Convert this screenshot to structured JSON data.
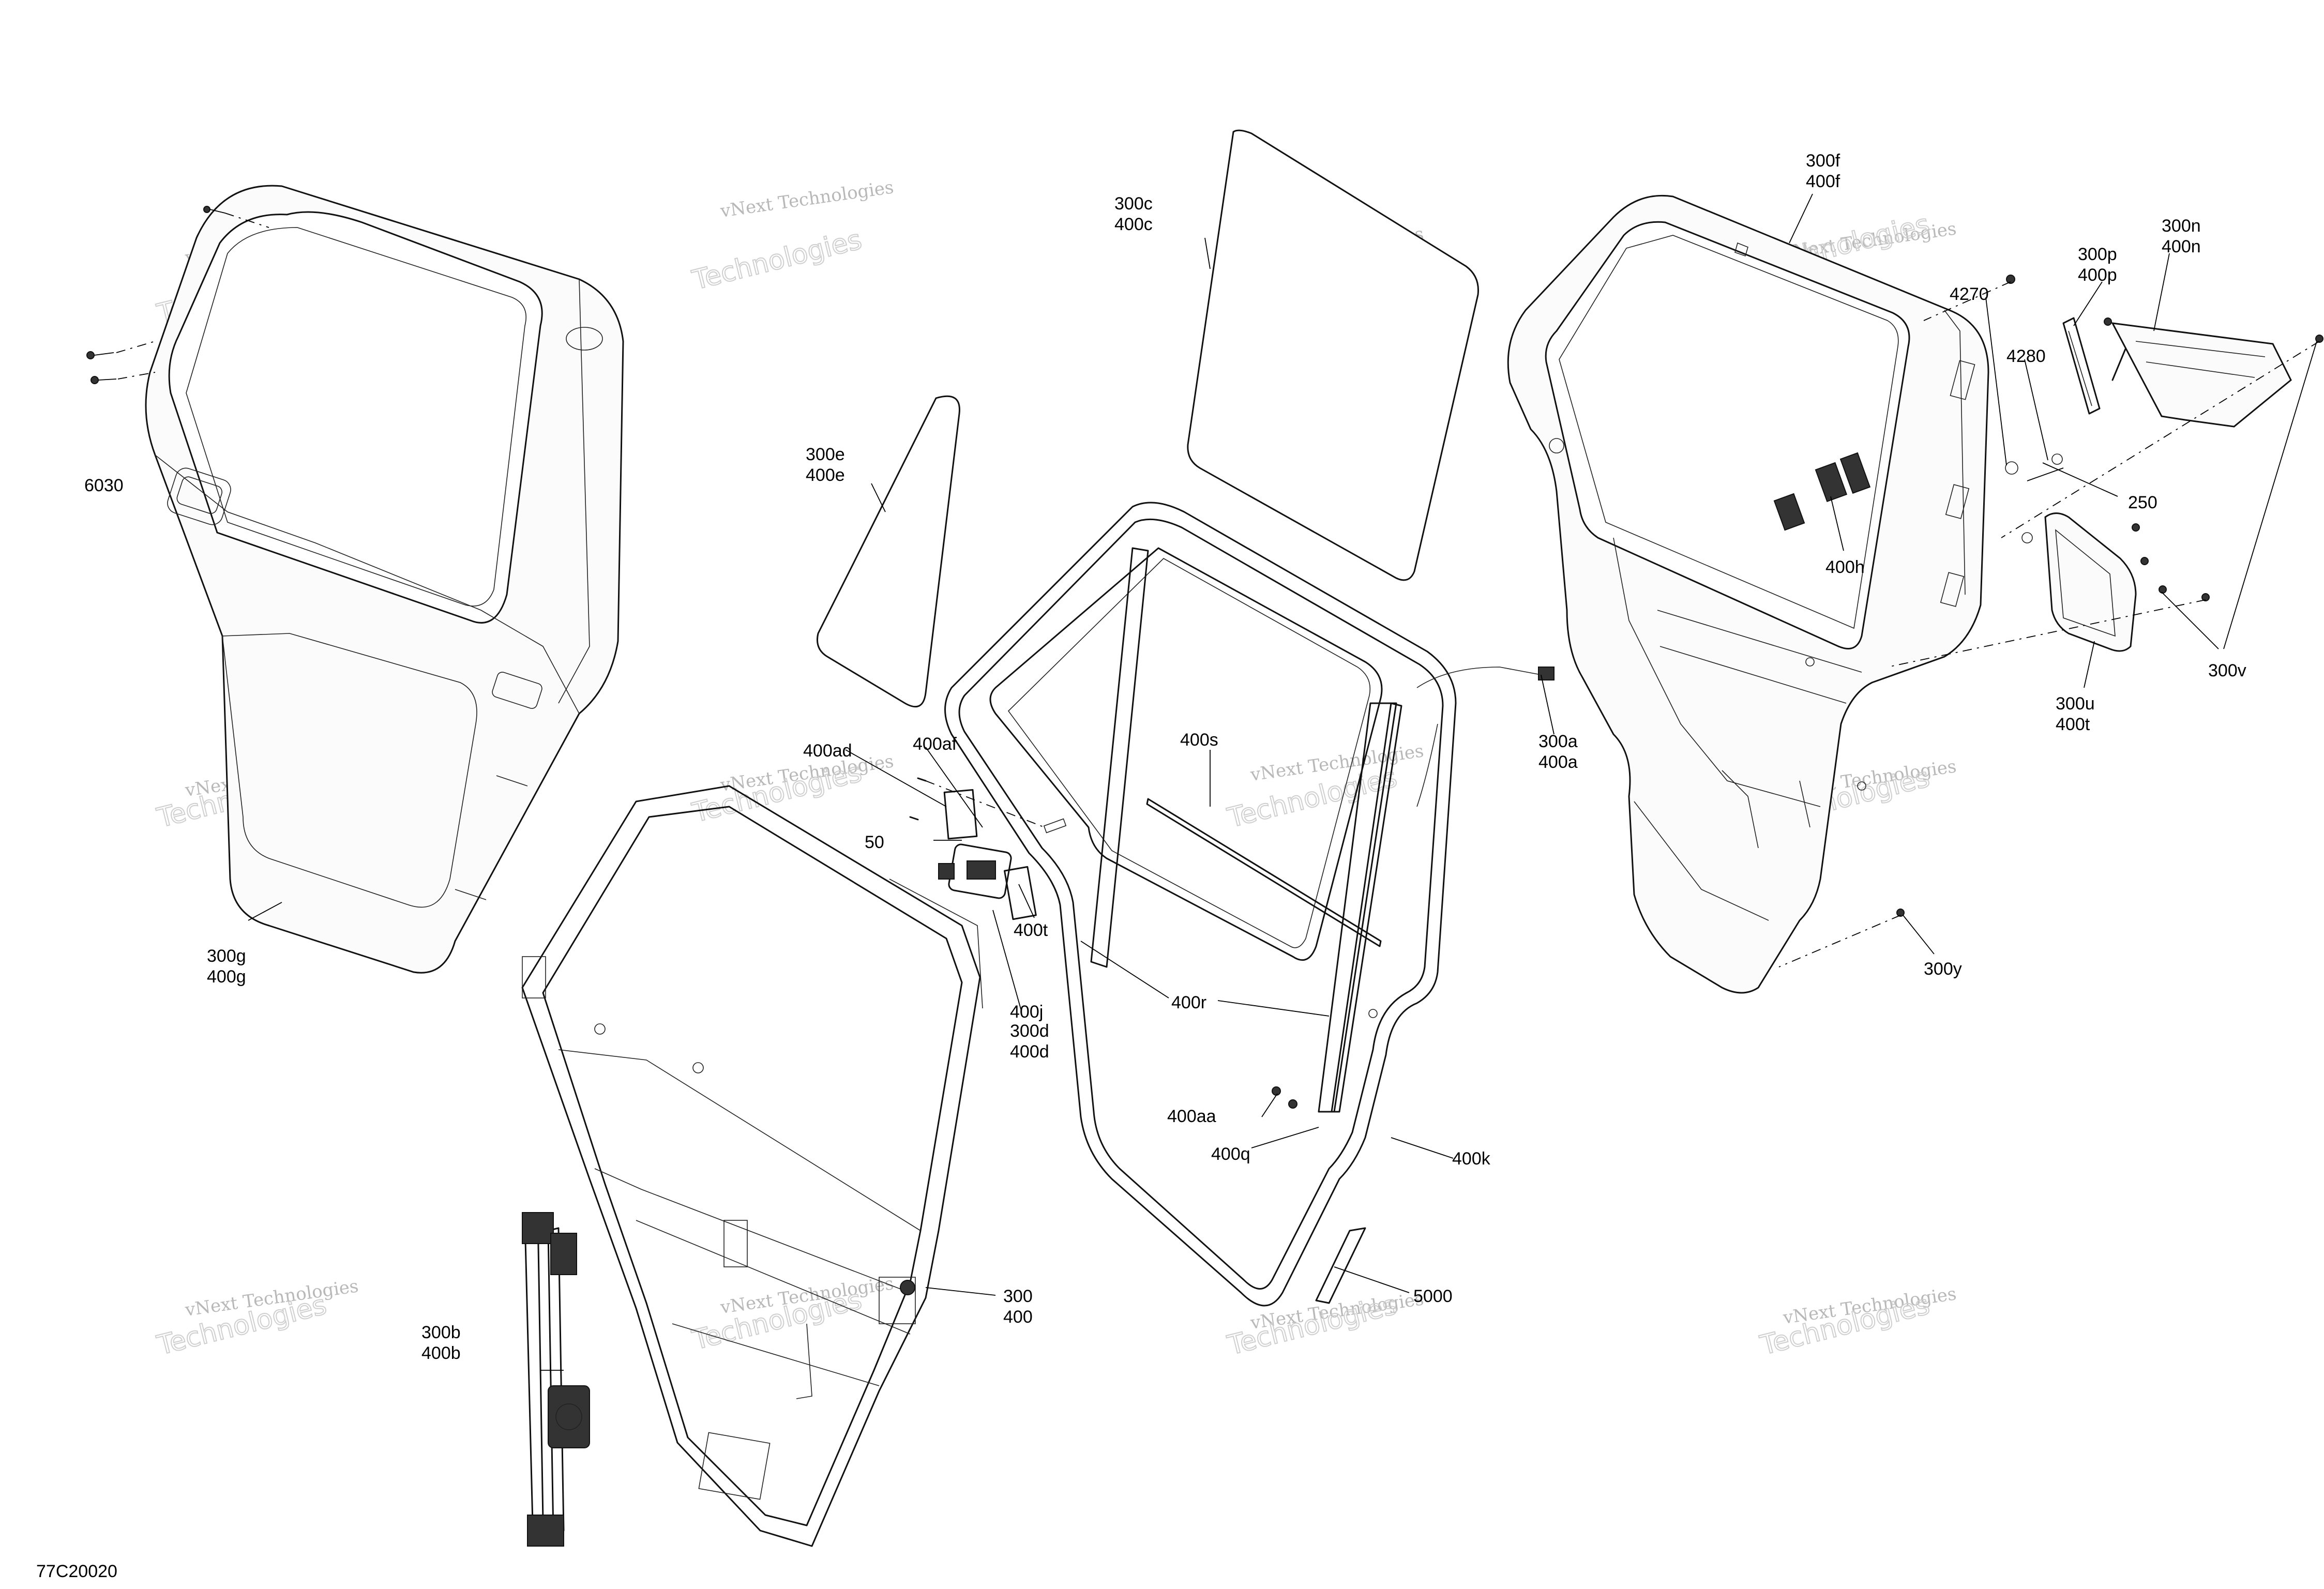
{
  "diagram_id": "77C20020",
  "watermark": {
    "line1": "vNext Technologies",
    "line2": "Technologies"
  },
  "callouts": {
    "p6030": "6030",
    "p300g": "300g",
    "p400g": "400g",
    "p300e": "300e",
    "p400e": "400e",
    "p300c": "300c",
    "p400c": "400c",
    "p400ad": "400ad",
    "p400af": "400af",
    "p50": "50",
    "p400t": "400t",
    "p400j": "400j",
    "p300d": "300d",
    "p400d": "400d",
    "p400s": "400s",
    "p400r": "400r",
    "p400aa": "400aa",
    "p400q": "400q",
    "p400k": "400k",
    "p5000": "5000",
    "p300": "300",
    "p400": "400",
    "p300b": "300b",
    "p400b": "400b",
    "p300a": "300a",
    "p400a": "400a",
    "p300f": "300f",
    "p400f": "400f",
    "p4270": "4270",
    "p4280": "4280",
    "p300p": "300p",
    "p400p": "400p",
    "p300n": "300n",
    "p400n": "400n",
    "p250": "250",
    "p400h": "400h",
    "p300u": "300u",
    "p400t2": "400t",
    "p300v": "300v",
    "p300y": "300y"
  }
}
